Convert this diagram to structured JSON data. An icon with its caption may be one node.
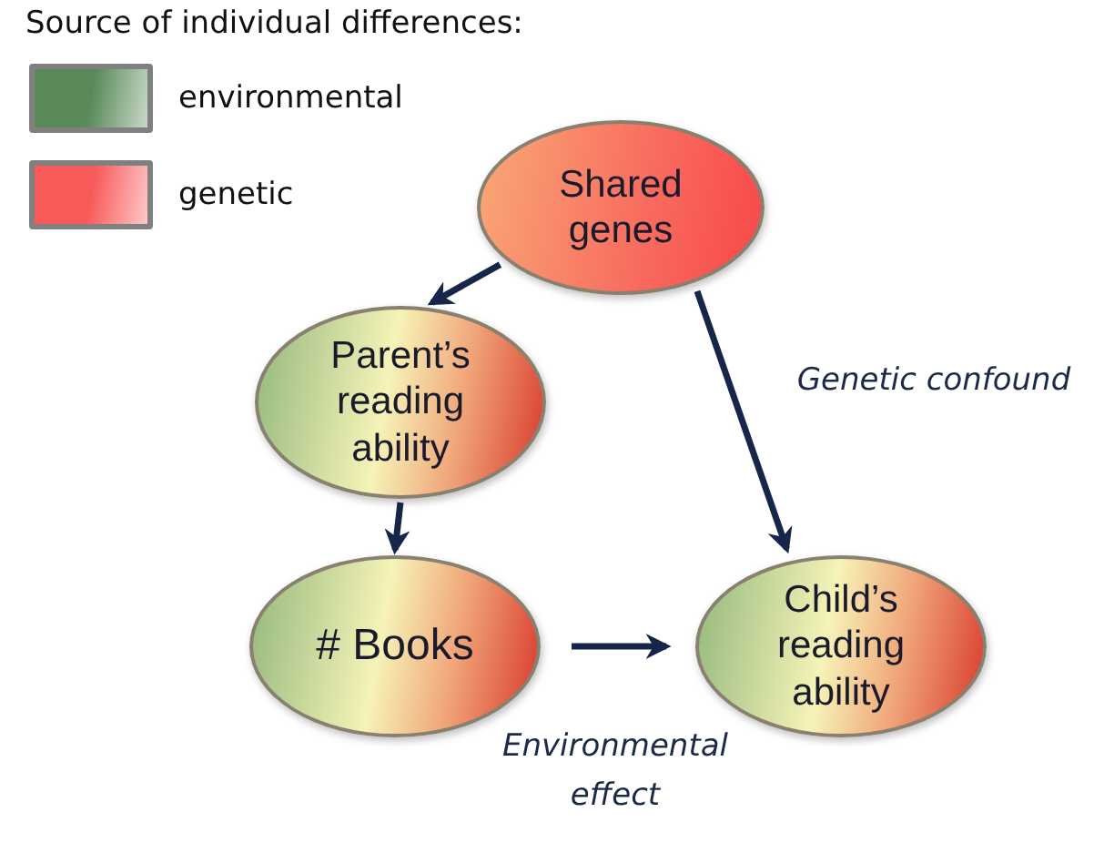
{
  "diagram": {
    "nodes": [
      {
        "text": [
          "Shared genes"
        ]
      },
      {
        "text": [
          "Parent’s reading ability"
        ]
      },
      {
        "text": [
          "# Books"
        ]
      },
      {
        "text": [
          "Child’s reading ability"
        ]
      }
    ],
    "edges": [
      {
        "from": 0,
        "to": 1,
        "arrow": "to"
      },
      {
        "from": 1,
        "to": 2,
        "arrow": "to"
      },
      {
        "from": 0,
        "to": 3,
        "arrow": "to",
        "label": "Genetic confound"
      },
      {
        "from": 2,
        "to": 3,
        "arrow": "to",
        "label": "Environmental effect"
      }
    ],
    "labels": [
      "Source of individual differences:"
    ],
    "legend": [
      {
        "text": "environmental",
        "color": "#5a8a5a"
      },
      {
        "text": "genetic",
        "color": "#f85a5a"
      }
    ]
  }
}
